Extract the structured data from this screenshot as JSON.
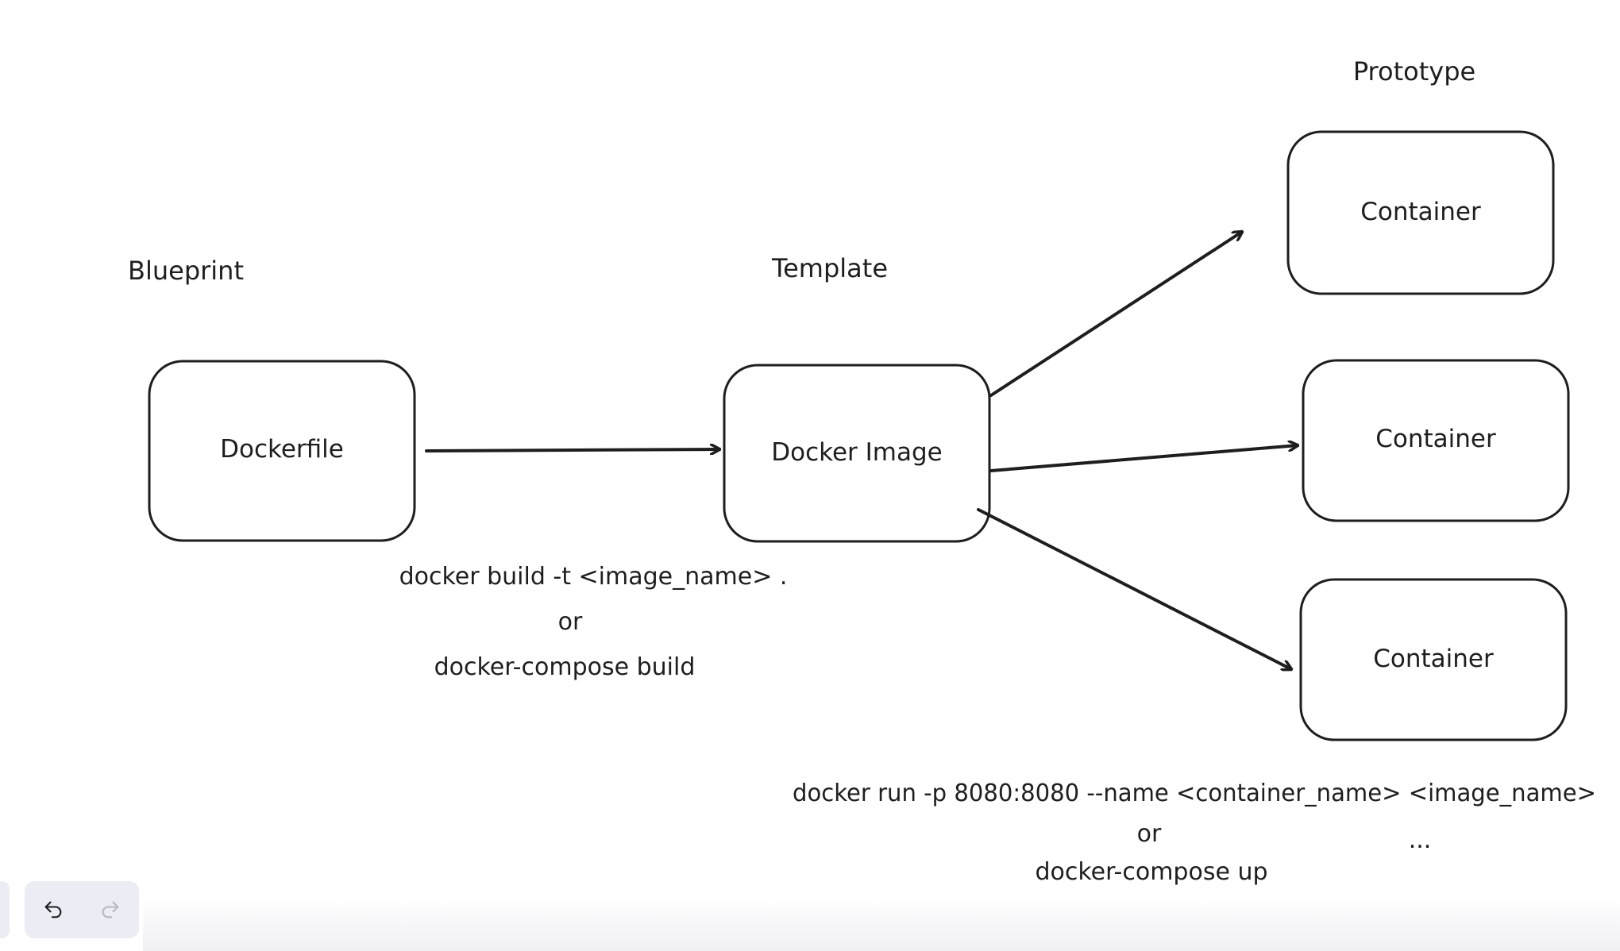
{
  "labels": {
    "blueprint": "Blueprint",
    "template": "Template",
    "prototype": "Prototype"
  },
  "nodes": {
    "dockerfile": "Dockerfile",
    "docker_image": "Docker Image",
    "container_1": "Container",
    "container_2": "Container",
    "container_3": "Container"
  },
  "build_commands": {
    "line1": "docker build -t <image_name> .",
    "line2": "or",
    "line3": "docker-compose build"
  },
  "run_commands": {
    "line1": "docker run -p 8080:8080 --name <container_name> <image_name>",
    "line2": "or",
    "line3": "docker-compose up",
    "ellipsis": "..."
  },
  "toolbar": {
    "undo_icon": "undo-icon",
    "redo_icon": "redo-icon"
  },
  "colors": {
    "stroke": "#1e1e1e",
    "toolbar_bg": "#ececf4",
    "disabled_icon": "#b8b8c4"
  }
}
